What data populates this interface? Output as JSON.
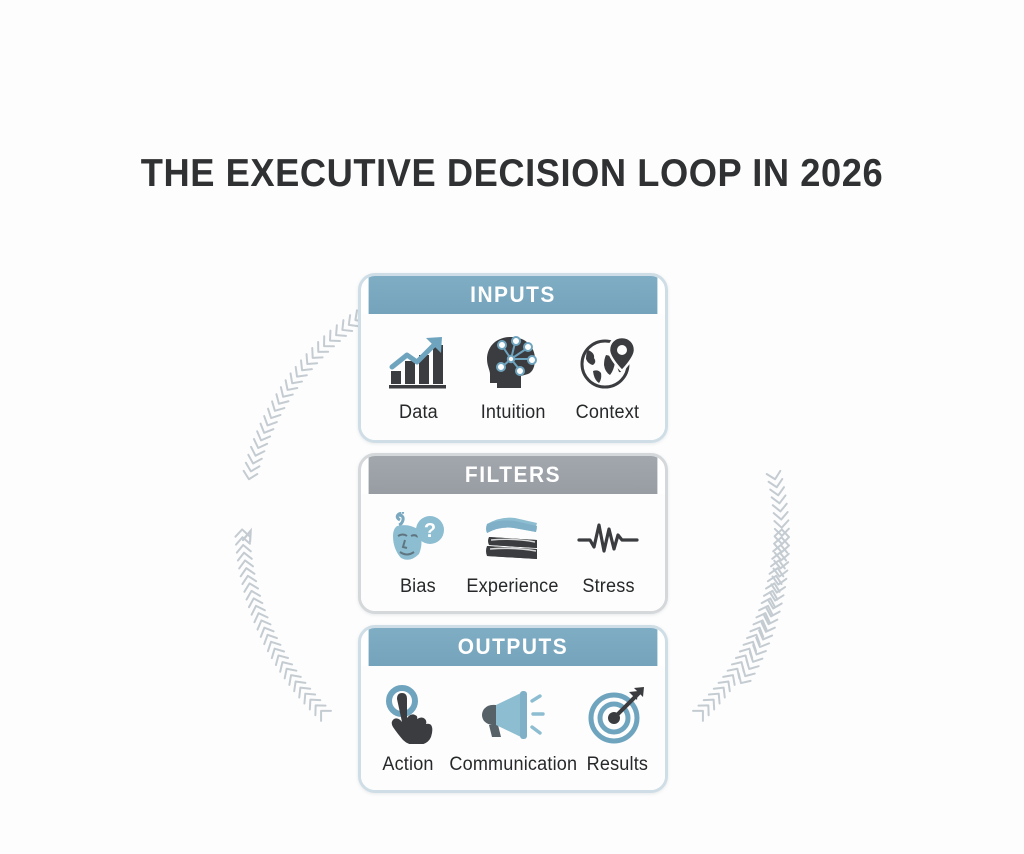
{
  "page": {
    "title": "THE EXECUTIVE DECISION LOOP IN 2026",
    "background_color": "#fdfdfd",
    "accent_blue": "#79a8bf",
    "accent_gray": "#9ba1a7",
    "icon_dark": "#3a3c3f",
    "arrow_color": "#c4ccd2"
  },
  "cards": [
    {
      "id": "inputs",
      "header": "INPUTS",
      "header_color": "#79a8bf",
      "items": [
        {
          "label": "Data",
          "icon": "bar-chart-growth-icon"
        },
        {
          "label": "Intuition",
          "icon": "head-network-icon"
        },
        {
          "label": "Context",
          "icon": "globe-location-pin-icon"
        }
      ]
    },
    {
      "id": "filters",
      "header": "FILTERS",
      "header_color": "#9ba1a7",
      "items": [
        {
          "label": "Bias",
          "icon": "mask-question-icon"
        },
        {
          "label": "Experience",
          "icon": "book-stack-icon"
        },
        {
          "label": "Stress",
          "icon": "heartbeat-pulse-icon"
        }
      ]
    },
    {
      "id": "outputs",
      "header": "OUTPUTS",
      "header_color": "#79a8bf",
      "items": [
        {
          "label": "Action",
          "icon": "hand-tap-icon"
        },
        {
          "label": "Communication",
          "icon": "megaphone-icon"
        },
        {
          "label": "Results",
          "icon": "target-arrow-icon"
        }
      ]
    }
  ],
  "flow_arrows": [
    {
      "id": "arrow-left-upper",
      "direction": "upward",
      "side": "left"
    },
    {
      "id": "arrow-left-lower",
      "direction": "downward",
      "side": "left"
    },
    {
      "id": "arrow-right-upper",
      "direction": "downward",
      "side": "right"
    },
    {
      "id": "arrow-right-lower",
      "direction": "downward",
      "side": "right"
    }
  ]
}
